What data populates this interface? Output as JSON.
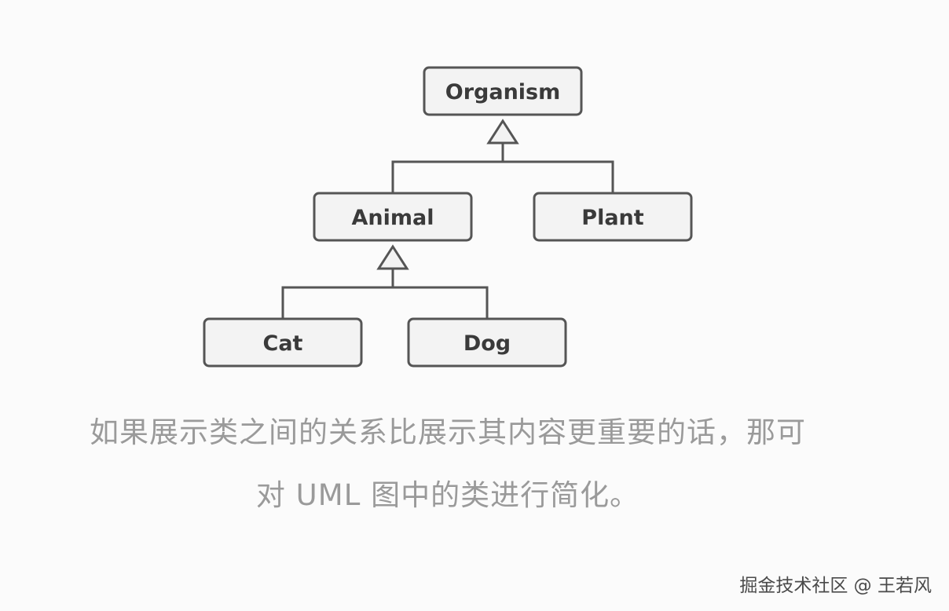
{
  "diagram": {
    "classes": {
      "organism": "Organism",
      "animal": "Animal",
      "plant": "Plant",
      "cat": "Cat",
      "dog": "Dog"
    },
    "relations": [
      {
        "child": "Animal",
        "parent": "Organism",
        "type": "inheritance"
      },
      {
        "child": "Plant",
        "parent": "Organism",
        "type": "inheritance"
      },
      {
        "child": "Cat",
        "parent": "Animal",
        "type": "inheritance"
      },
      {
        "child": "Dog",
        "parent": "Animal",
        "type": "inheritance"
      }
    ]
  },
  "caption": {
    "line1": "如果展示类之间的关系比展示其内容更重要的话，那可",
    "line2": "对 UML 图中的类进行简化。"
  },
  "watermark": "掘金技术社区 @ 王若风"
}
